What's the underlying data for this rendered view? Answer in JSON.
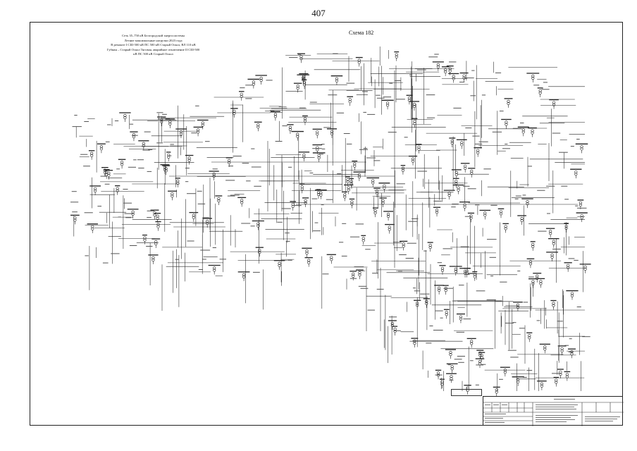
{
  "page": {
    "number": "407"
  },
  "scheme": {
    "title": "Схема 182",
    "caption_lines": [
      "Сеть 35–750 кВ Белгородской энергосистемы",
      "Летние максимальные нагрузки 2023 года",
      "В ремонте I СШ-500 кВ ПС 500 кВ Старый Оскол, ВЛ 110 кВ",
      "Губкин – Старый Оскол Тяговая, аварийное отключение II СШ-500",
      "кВ ПС 500 кВ Старый Оскол"
    ]
  },
  "colors": {
    "ink": "#222222",
    "paper": "#ffffff"
  }
}
